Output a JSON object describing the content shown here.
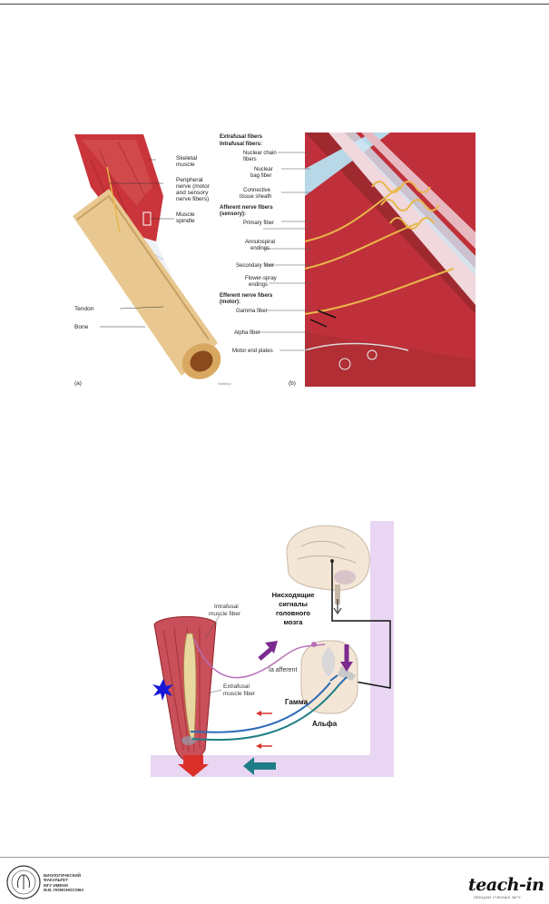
{
  "fig1": {
    "panel_a": {
      "letter": "(a)",
      "credit": "Waldrop",
      "labels": {
        "skeletal": [
          "Skeletal",
          "muscle"
        ],
        "nerve": [
          "Peripheral",
          "nerve (motor",
          "and sensory",
          "nerve fibers)"
        ],
        "spindle": [
          "Muscle",
          "spindle"
        ],
        "tendon": "Tendon",
        "bone": "Bone"
      }
    },
    "panel_b": {
      "letter": "(b)",
      "labels": {
        "extrafusal": "Extrafusal fibers",
        "intrafusal": "Intrafusal fibers:",
        "chain": [
          "Nuclear chain",
          "fibers"
        ],
        "bag": [
          "Nuclear",
          "bag fiber"
        ],
        "sheath": [
          "Connective",
          "tissue sheath"
        ],
        "afferent_title": [
          "Afferent nerve fibers",
          "(sensory):"
        ],
        "primary": "Primary fiber",
        "annulo": [
          "Annulospiral",
          "endings"
        ],
        "secondary": "Secondary fiber",
        "flower": [
          "Flower-spray",
          "endings"
        ],
        "efferent_title": [
          "Efferent nerve fibers",
          "(motor):"
        ],
        "gamma": "Gamma fiber",
        "alpha": "Alpha fiber",
        "plates": "Motor end plates"
      }
    }
  },
  "fig2": {
    "descending": [
      "Нисходящие",
      "сигналы",
      "головного",
      "мозга"
    ],
    "intrafusal": [
      "Intrafusal",
      "muscle fiber"
    ],
    "extrafusal": [
      "Extrafusal",
      "muscle fiber"
    ],
    "ia_afferent": "Ia afferent",
    "gamma": "Гамма",
    "alpha": "Альфа"
  },
  "footer": {
    "logo_text": [
      "Биологический",
      "факультет",
      "МГУ имени",
      "М.В. Ломоносова"
    ],
    "brand": "teach-in",
    "brand_sub": "лекции ученых мгу"
  },
  "colors": {
    "muscle": "#c9353a",
    "muscle_dark": "#8e1f24",
    "bone": "#e8c890",
    "nerve": "#e8b84a",
    "purple": "#7b2a8e",
    "teal": "#1e7e86",
    "lavender": "#e8d6f2",
    "alert": "#d9302a"
  }
}
